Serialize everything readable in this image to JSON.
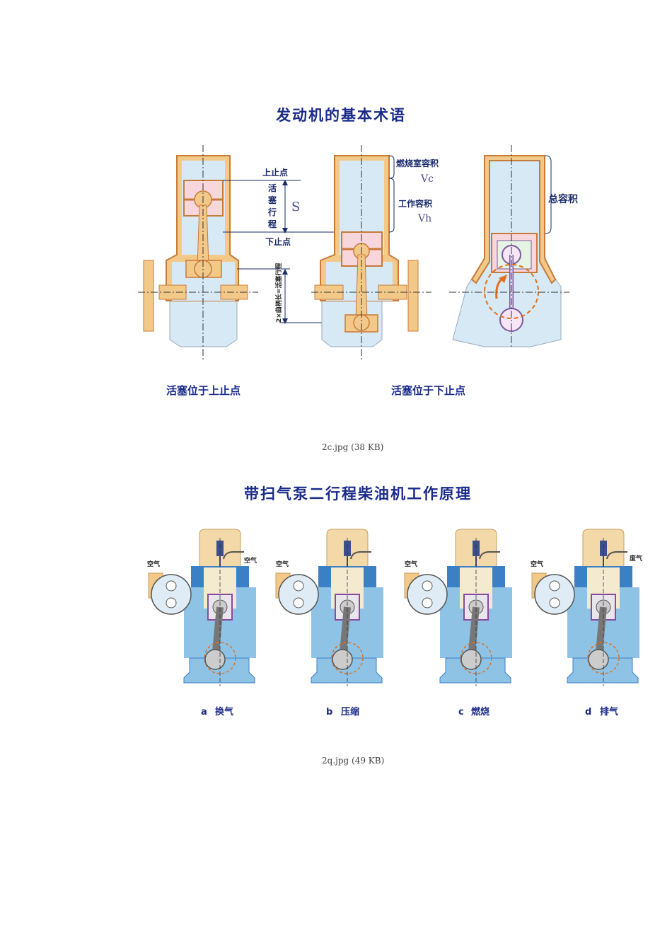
{
  "figure1": {
    "title": "发动机的基本术语",
    "labels": {
      "tdc": "上止点",
      "bdc": "下止点",
      "stroke_chars": [
        "活",
        "塞",
        "行",
        "程"
      ],
      "stroke_symbol": "S",
      "combustion_volume": "燃烧室容积",
      "vc": "Vc",
      "working_volume": "工作容积",
      "vh": "Vh",
      "total_volume": "总容积",
      "crank_label": "2×曲柄长=活塞行程",
      "left_caption": "活塞位于上止点",
      "right_caption": "活塞位于下止点"
    },
    "caption": "2c.jpg (38 KB)"
  },
  "figure2": {
    "title": "带扫气泵二行程柴油机工作原理",
    "stages": [
      {
        "letter": "a",
        "name": "换气",
        "air": "空气",
        "top": "空气"
      },
      {
        "letter": "b",
        "name": "压缩",
        "air": "空气",
        "top": ""
      },
      {
        "letter": "c",
        "name": "燃烧",
        "air": "空气",
        "top": ""
      },
      {
        "letter": "d",
        "name": "排气",
        "air": "空气",
        "top": "废气"
      }
    ],
    "caption": "2q.jpg (49 KB)"
  },
  "colors": {
    "title": "#1a2a8a",
    "casing": "#f3c98a",
    "hatch": "#c87a3a",
    "chamber": "#d6e9f5",
    "piston": "#f7d6dc",
    "bluebody": "#8ec3e6",
    "darkblue": "#3b7fc4",
    "arrow": "#e07020"
  }
}
